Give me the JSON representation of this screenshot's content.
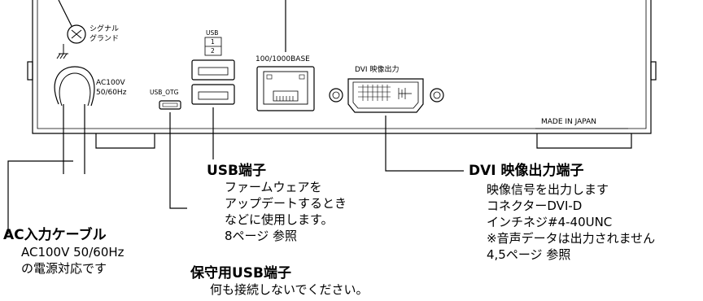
{
  "ground": {
    "line1": "シグナル",
    "line2": "グランド"
  },
  "usb_port_label": {
    "title": "USB",
    "num1": "1",
    "num2": "2"
  },
  "lan_port_label": "100/1000BASE",
  "dvi_port_label": "DVI 映像出力",
  "power_rating": {
    "line1": "AC100V",
    "line2": "50/60Hz"
  },
  "usb_otg_label": "USB_OTG",
  "made_in": "MADE IN JAPAN",
  "callouts": {
    "usb": {
      "title": "USB端子",
      "lines": [
        "ファームウェアを",
        "アップデートするとき",
        "などに使用します。",
        "8ページ 参照"
      ]
    },
    "dvi": {
      "title": "DVI 映像出力端子",
      "lines": [
        "映像信号を出力します",
        "コネクターDVI-D",
        "インチネジ#4-40UNC",
        "※音声データは出力されません",
        "4,5ページ 参照"
      ]
    },
    "ac": {
      "title": "AC入力ケーブル",
      "lines": [
        "AC100V 50/60Hz",
        "の電源対応です"
      ]
    },
    "otg": {
      "title": "保守用USB端子",
      "lines": [
        "何も接続しないでください。"
      ]
    }
  }
}
